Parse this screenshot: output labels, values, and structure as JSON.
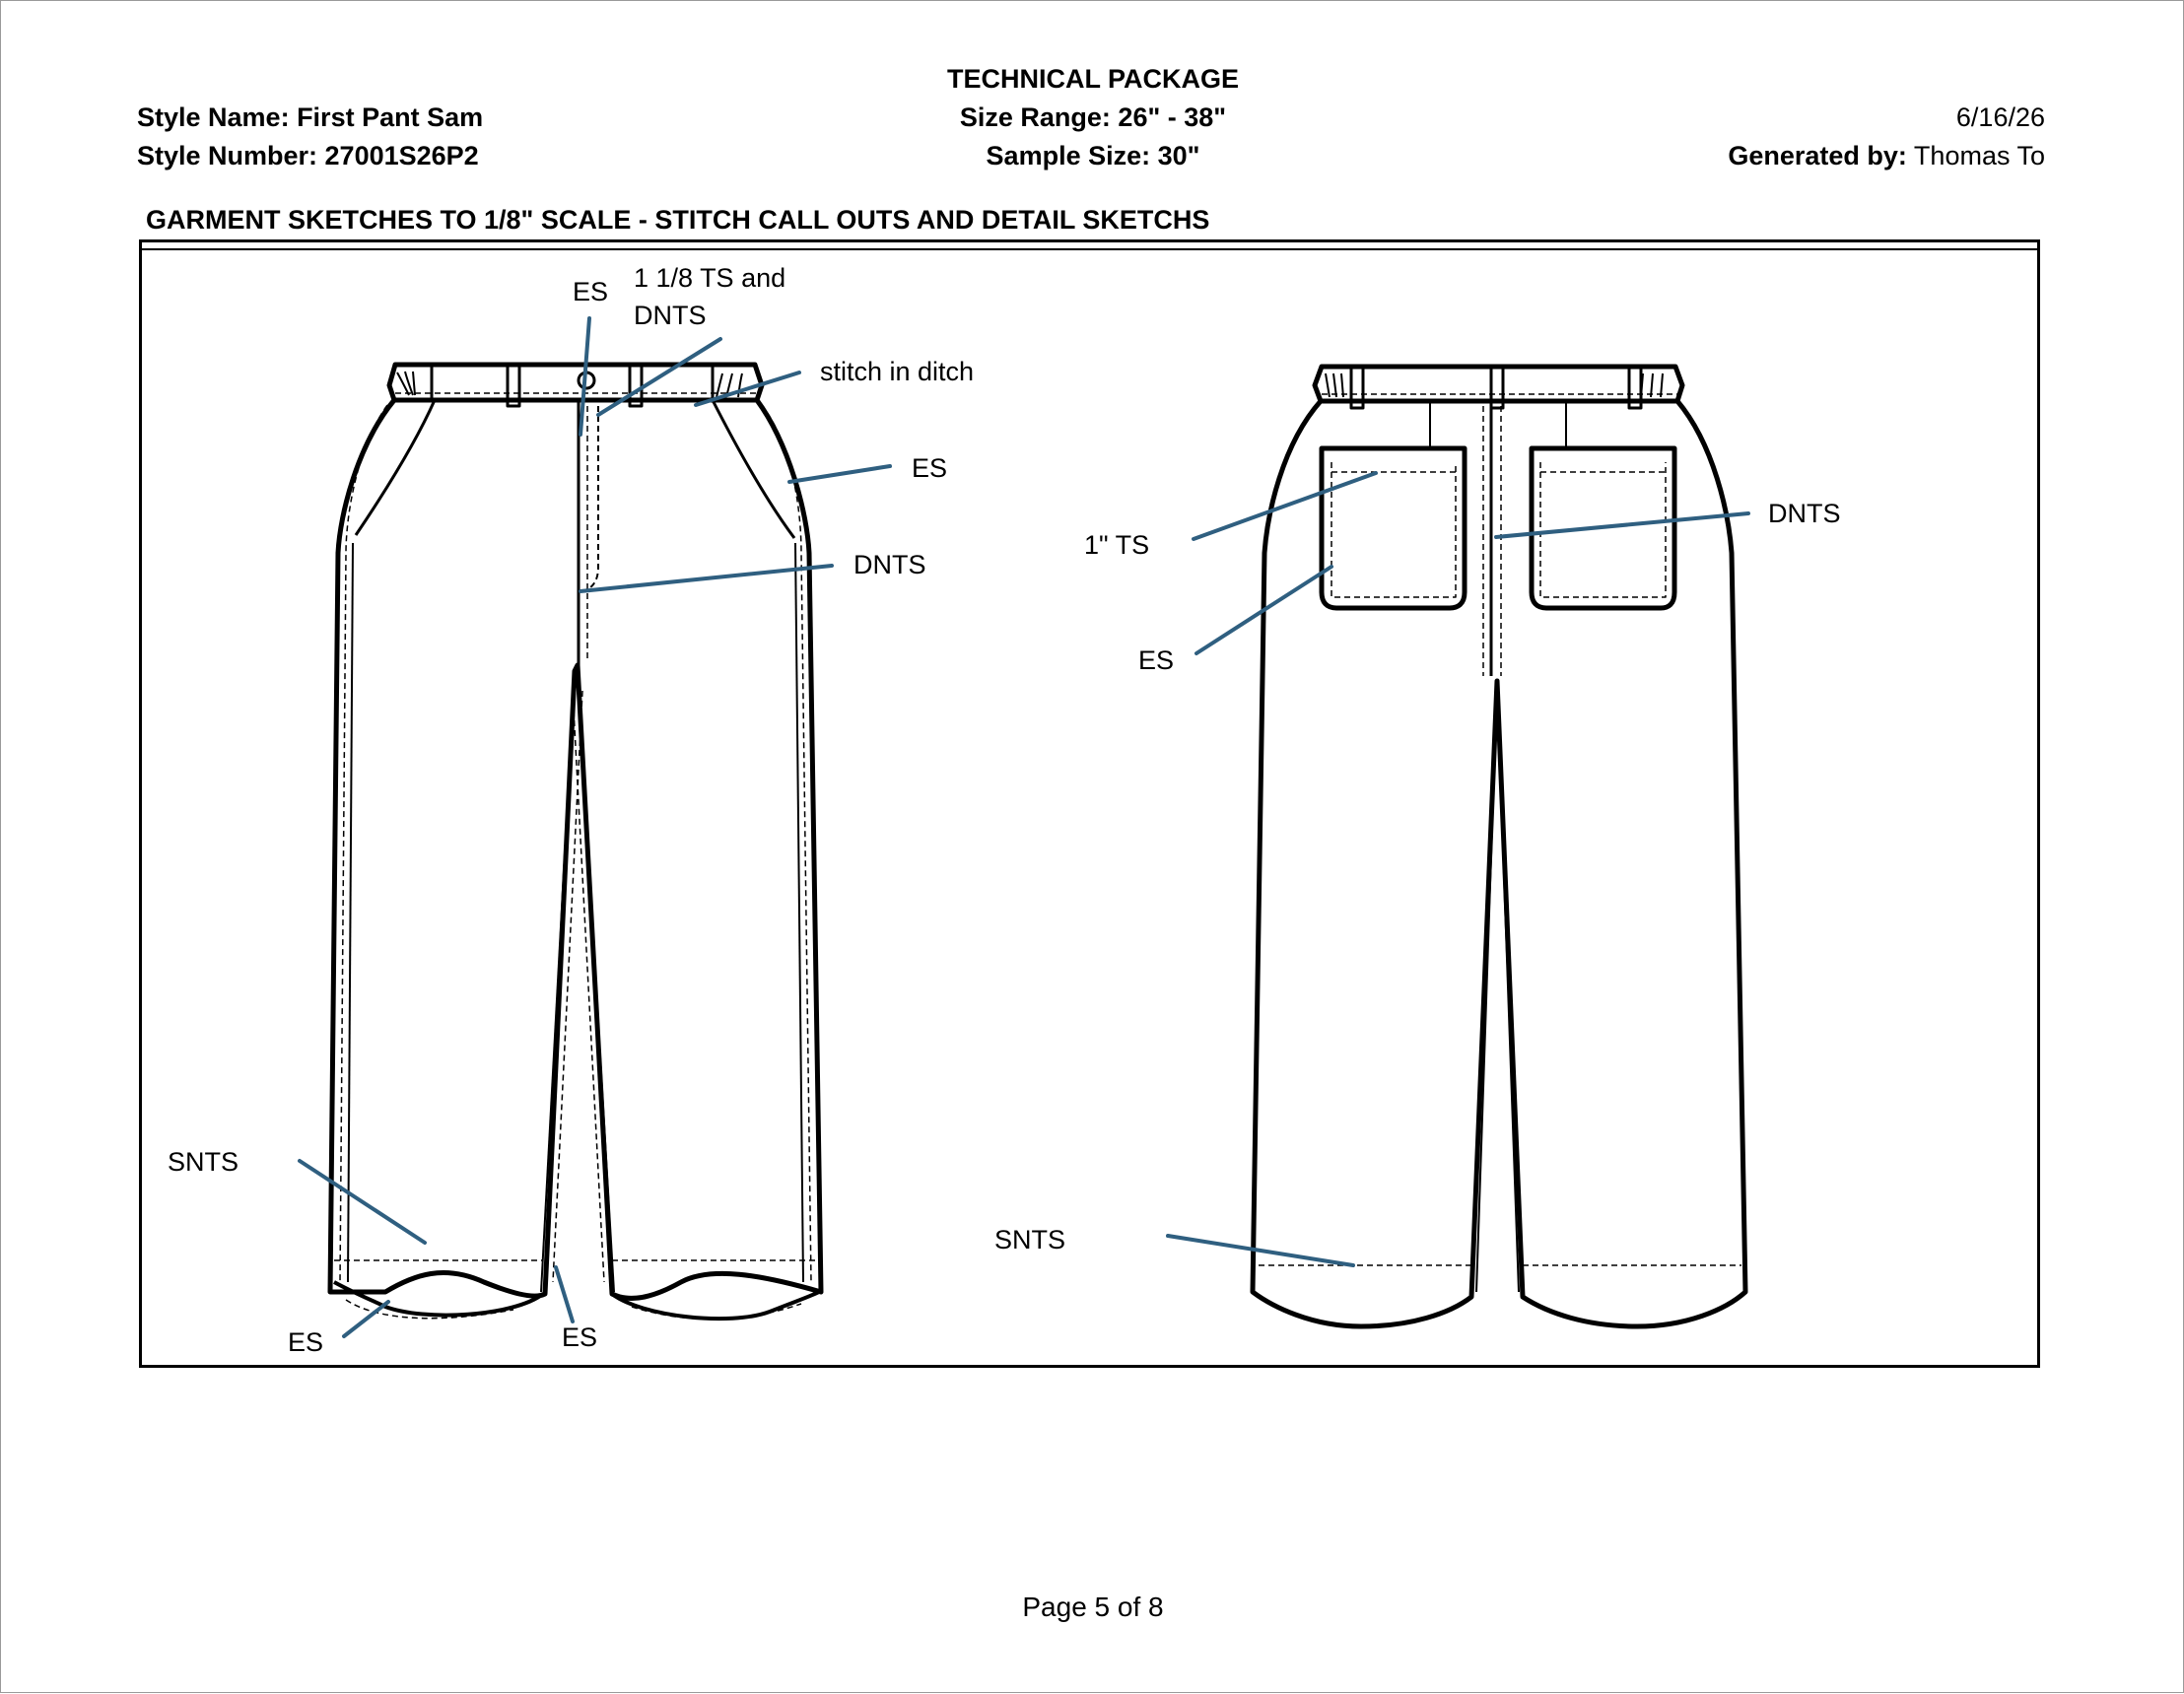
{
  "header": {
    "title": "TECHNICAL PACKAGE",
    "size_range": "Size Range: 26\" - 38\"",
    "sample_size": "Sample Size: 30\"",
    "style_name": "Style Name: First Pant Sam",
    "style_number": "Style Number: 27001S26P2",
    "date": "6/16/26",
    "generated_by_label": "Generated by:",
    "generated_by_value": " Thomas To"
  },
  "section_title": "GARMENT SKETCHES TO 1/8\" SCALE - STITCH CALL OUTS AND DETAIL SKETCHS",
  "callouts": {
    "front_es_top": "ES",
    "front_ts_dnts_1": "1 1/8 TS and",
    "front_ts_dnts_2": "DNTS",
    "front_stitch_in_ditch": "stitch in ditch",
    "front_es_side": "ES",
    "front_dnts": "DNTS",
    "front_snts": "SNTS",
    "front_es_hem_left": "ES",
    "front_es_hem_right": "ES",
    "back_1in_ts": "1\" TS",
    "back_es": "ES",
    "back_dnts": "DNTS",
    "back_snts": "SNTS"
  },
  "colors": {
    "callout_line": "#2f5f80",
    "outline": "#000000"
  },
  "footer": {
    "page": "Page 5 of 8"
  }
}
